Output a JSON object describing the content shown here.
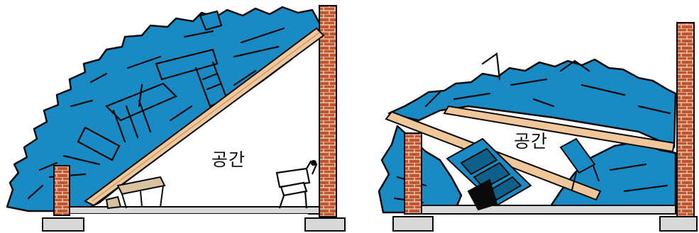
{
  "panels": [
    {
      "id": "lean-to-collapse",
      "void_label": "공간"
    },
    {
      "id": "v-shape-collapse",
      "void_label": "공간"
    }
  ],
  "colors": {
    "debris": "#1a8ac4",
    "outline": "#0a0a0a",
    "brick": "#c2552e",
    "mortar": "#e8d2b8",
    "beam": "#f0c79a",
    "floor": "#d9d9d9",
    "furniture_wood": "#d9c2a0"
  },
  "icons": [
    "brick-wall",
    "floor-slab",
    "timber-beam",
    "debris-pile",
    "chair",
    "table",
    "cabinet"
  ]
}
